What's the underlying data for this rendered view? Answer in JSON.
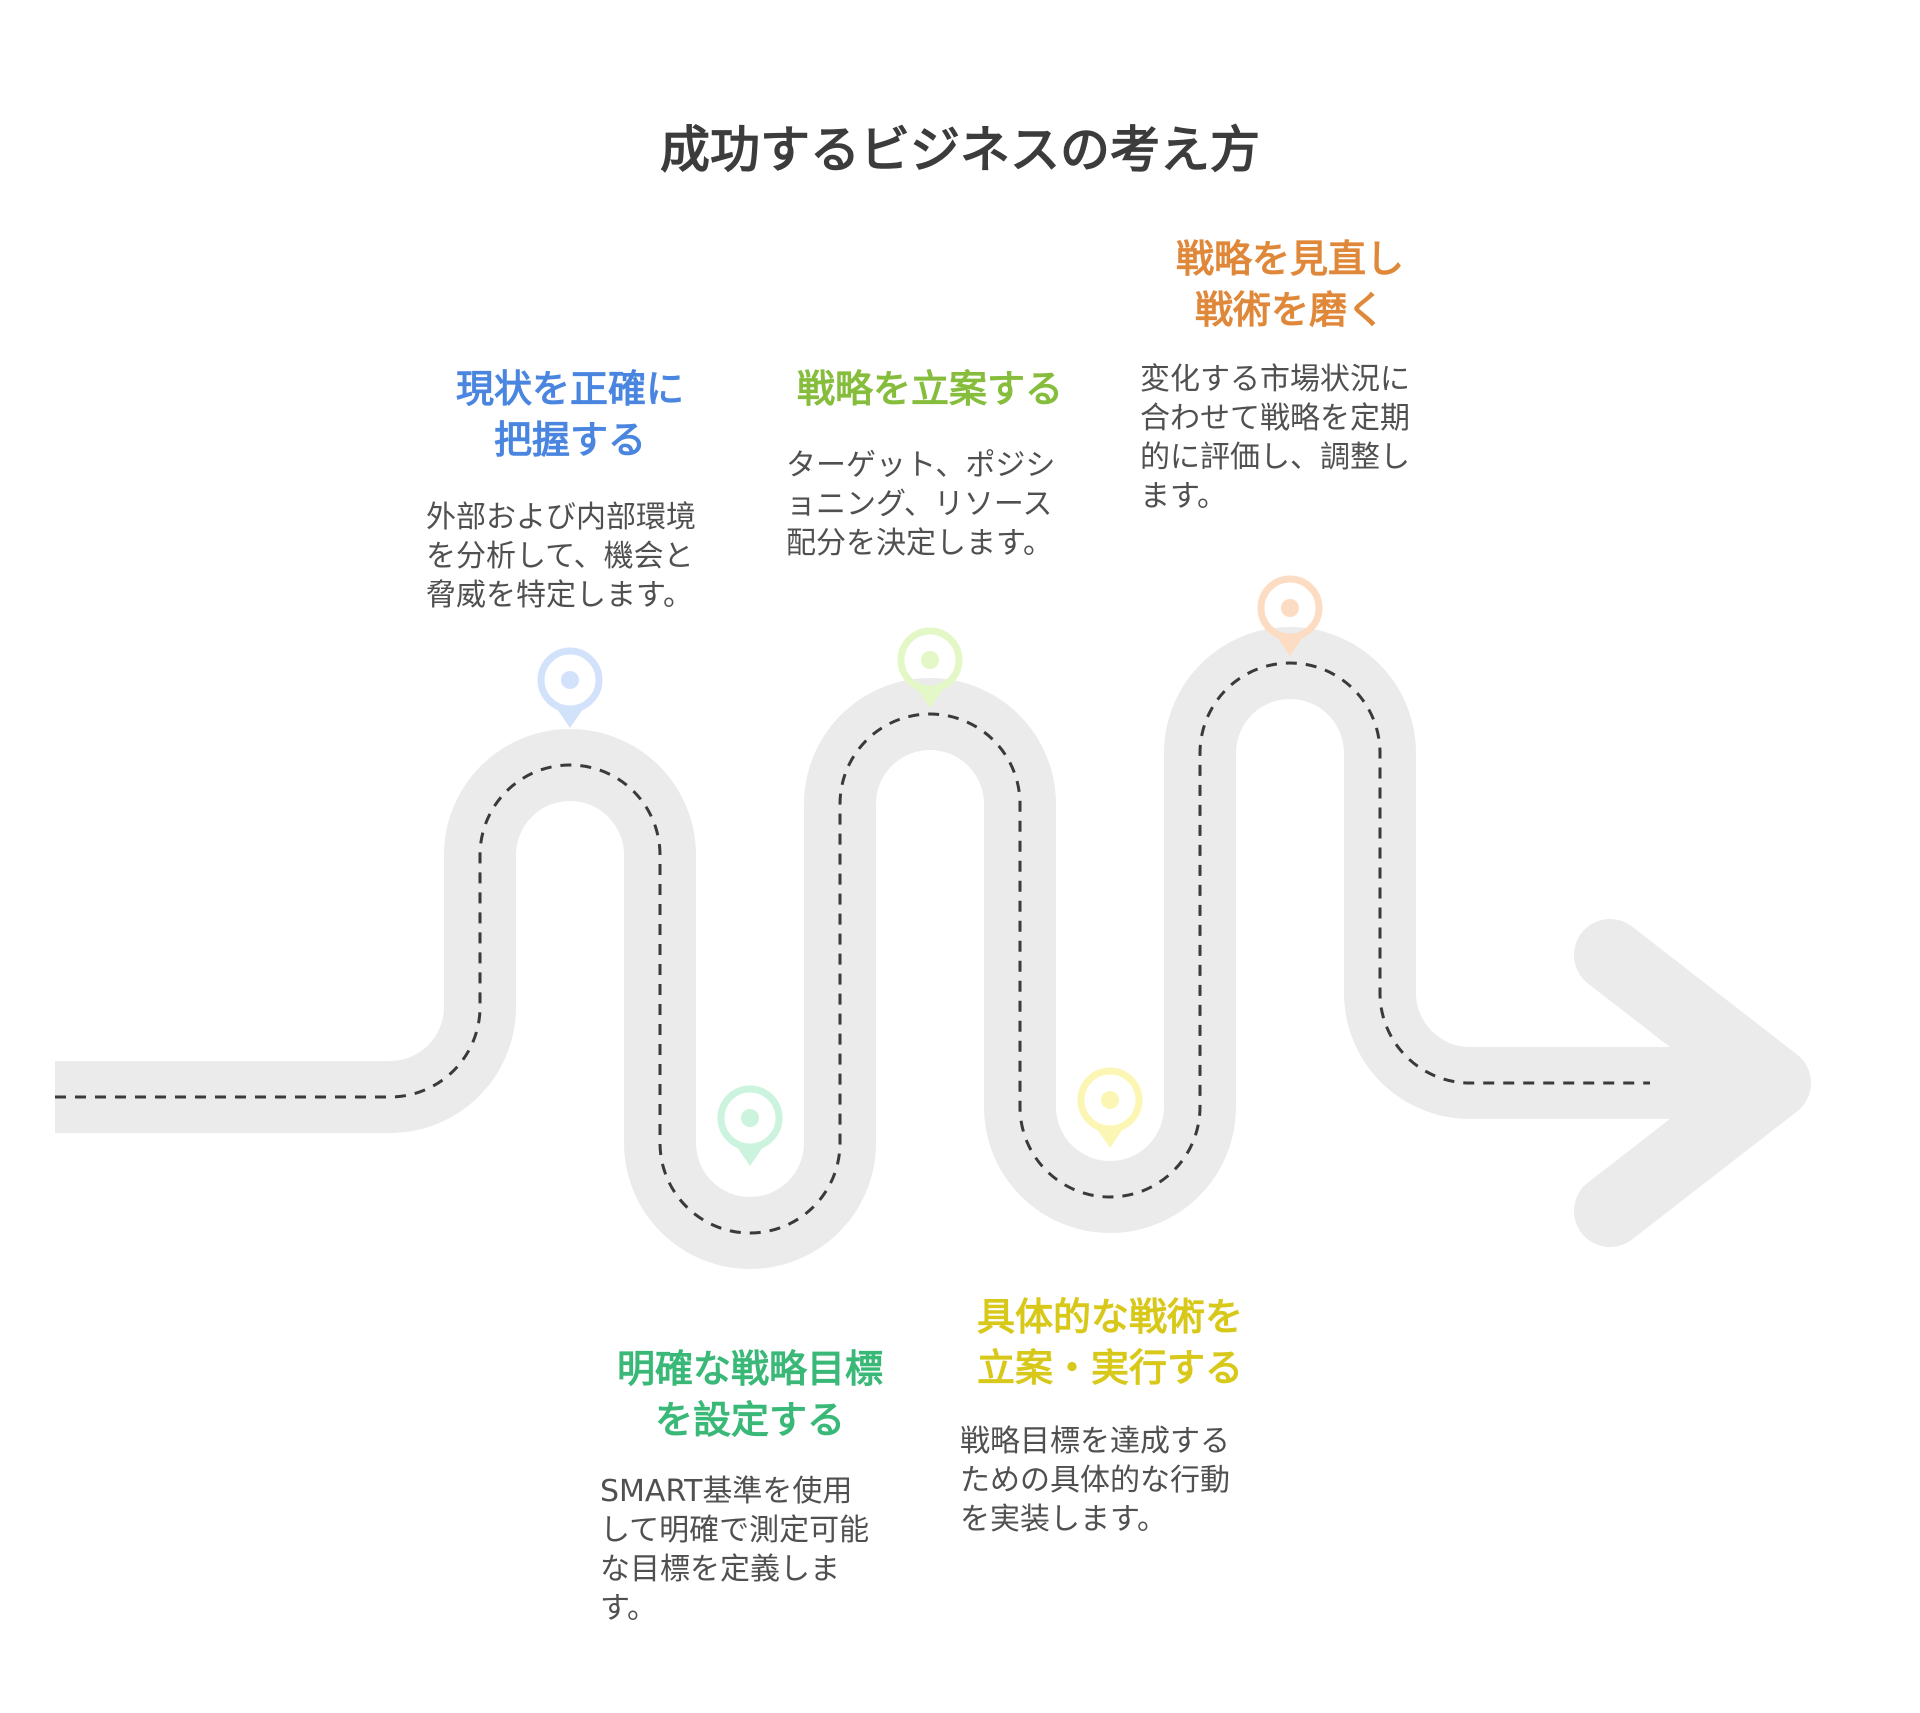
{
  "title": "成功するビジネスの考え方",
  "colors": {
    "road": "#ebebeb",
    "dash": "#3a3a3a",
    "step1": "#4a86e0",
    "step2": "#39b878",
    "step3": "#86bd3c",
    "step4": "#d8c81a",
    "step5": "#e0883a"
  },
  "steps": [
    {
      "title_lines": [
        "現状を正確に",
        "把握する"
      ],
      "desc_lines": [
        "外部および内部環境",
        "を分析して、機会と",
        "脅威を特定します。"
      ]
    },
    {
      "title_lines": [
        "明確な戦略目標",
        "を設定する"
      ],
      "desc_lines": [
        "SMART基準を使用",
        "して明確で測定可能",
        "な目標を定義しま",
        "す。"
      ]
    },
    {
      "title_lines": [
        "戦略を立案する"
      ],
      "desc_lines": [
        "ターゲット、ポジシ",
        "ョニング、リソース",
        "配分を決定します。"
      ]
    },
    {
      "title_lines": [
        "具体的な戦術を",
        "立案・実行する"
      ],
      "desc_lines": [
        "戦略目標を達成する",
        "ための具体的な行動",
        "を実装します。"
      ]
    },
    {
      "title_lines": [
        "戦略を見直し",
        "戦術を磨く"
      ],
      "desc_lines": [
        "変化する市場状況に",
        "合わせて戦略を定期",
        "的に評価し、調整し",
        "ます。"
      ]
    }
  ]
}
